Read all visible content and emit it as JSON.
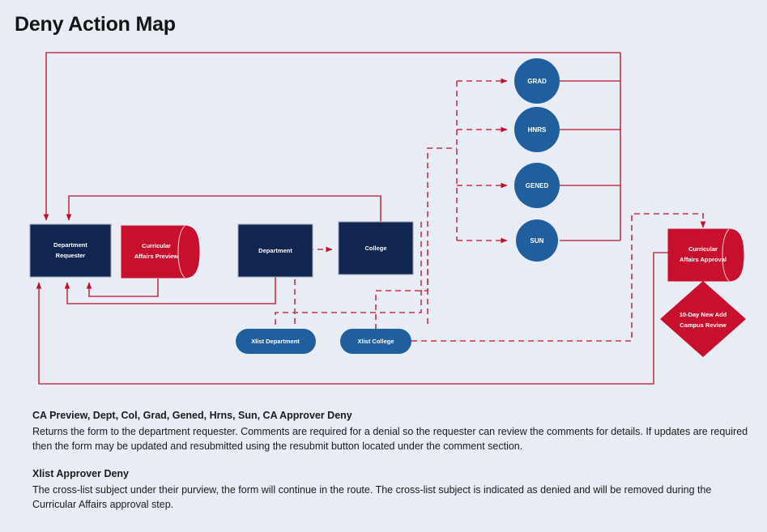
{
  "page": {
    "title": "Deny Action Map",
    "background_color": "#e8ecf4"
  },
  "colors": {
    "navy": "#10254f",
    "blue": "#1f5f9e",
    "red": "#c8102e",
    "connector_red": "#c2344a",
    "text_light": "#ffffff",
    "text_dark": "#1a1a1a"
  },
  "diagram": {
    "nodes": {
      "department_requester": {
        "label_line1": "Department",
        "label_line2": "Requester",
        "shape": "rectangle",
        "color": "#10254f"
      },
      "curricular_affairs_preview": {
        "label_line1": "Curricular",
        "label_line2": "Affairs Preview",
        "shape": "cylinder",
        "color": "#c8102e"
      },
      "department": {
        "label": "Department",
        "shape": "rectangle",
        "color": "#10254f"
      },
      "college": {
        "label": "College",
        "shape": "rectangle",
        "color": "#10254f"
      },
      "grad": {
        "label": "GRAD",
        "shape": "circle",
        "color": "#1f5f9e"
      },
      "hnrs": {
        "label": "HNRS",
        "shape": "circle",
        "color": "#1f5f9e"
      },
      "gened": {
        "label": "GENED",
        "shape": "circle",
        "color": "#1f5f9e"
      },
      "sun": {
        "label": "SUN",
        "shape": "circle",
        "color": "#1f5f9e"
      },
      "xlist_department": {
        "label": "Xlist Department",
        "shape": "pill",
        "color": "#1f5f9e"
      },
      "xlist_college": {
        "label": "Xlist College",
        "shape": "pill",
        "color": "#1f5f9e"
      },
      "curricular_affairs_approval": {
        "label_line1": "Curricular",
        "label_line2": "Affairs Approval",
        "shape": "cylinder",
        "color": "#c8102e"
      },
      "campus_review": {
        "label_line1": "10-Day New Add",
        "label_line2": "Campus Review",
        "shape": "diamond",
        "color": "#c8102e"
      }
    }
  },
  "notes": [
    {
      "heading": "CA Preview, Dept, Col, Grad, Gened, Hrns, Sun, CA Approver Deny",
      "body": "Returns the form to the department requester. Comments are required for a denial so the requester can review the comments for details. If updates are required then the form may be updated and resubmitted using the resubmit button located under the comment section."
    },
    {
      "heading": "Xlist Approver Deny",
      "body": "The cross-list subject under their purview, the form will continue in the route. The cross-list subject is indicated as denied and will be removed during the Curricular Affairs approval step."
    }
  ]
}
